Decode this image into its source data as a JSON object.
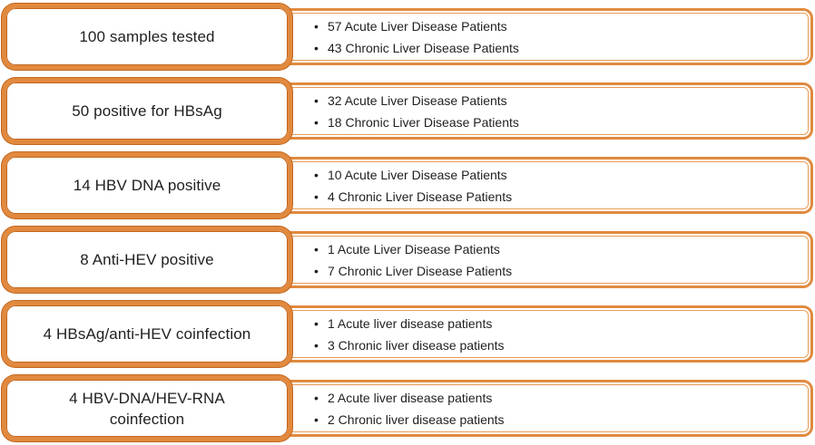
{
  "diagram": {
    "description": "HBV/HEV study sample flow diagram",
    "bullet_char": "•",
    "colors": {
      "box_border_orange": "#e1893e",
      "box_border_dark_edge": "#c2671f",
      "right_box_border": "#e08a3f",
      "right_box_inner_line": "#e79c55",
      "text": "#1f1f1f",
      "background": "#ffffff"
    },
    "rows": [
      {
        "label_lines": [
          "100 samples tested"
        ],
        "bullets": [
          "57 Acute Liver Disease Patients",
          "43 Chronic Liver Disease Patients"
        ]
      },
      {
        "label_lines": [
          "50 positive for HBsAg"
        ],
        "bullets": [
          "32 Acute Liver Disease Patients",
          "18 Chronic Liver Disease Patients"
        ]
      },
      {
        "label_lines": [
          "14 HBV DNA positive"
        ],
        "bullets": [
          "10 Acute Liver Disease Patients",
          "4 Chronic Liver Disease Patients"
        ]
      },
      {
        "label_lines": [
          "8 Anti-HEV positive"
        ],
        "bullets": [
          "1 Acute Liver Disease Patients",
          "7 Chronic Liver Disease Patients"
        ]
      },
      {
        "label_lines": [
          "4 HBsAg/anti-HEV coinfection"
        ],
        "bullets": [
          "1 Acute liver disease patients",
          "3 Chronic liver disease patients"
        ]
      },
      {
        "label_lines": [
          "4 HBV-DNA/HEV-RNA",
          "coinfection"
        ],
        "bullets": [
          "2 Acute liver disease patients",
          "2 Chronic liver disease patients"
        ]
      }
    ]
  }
}
